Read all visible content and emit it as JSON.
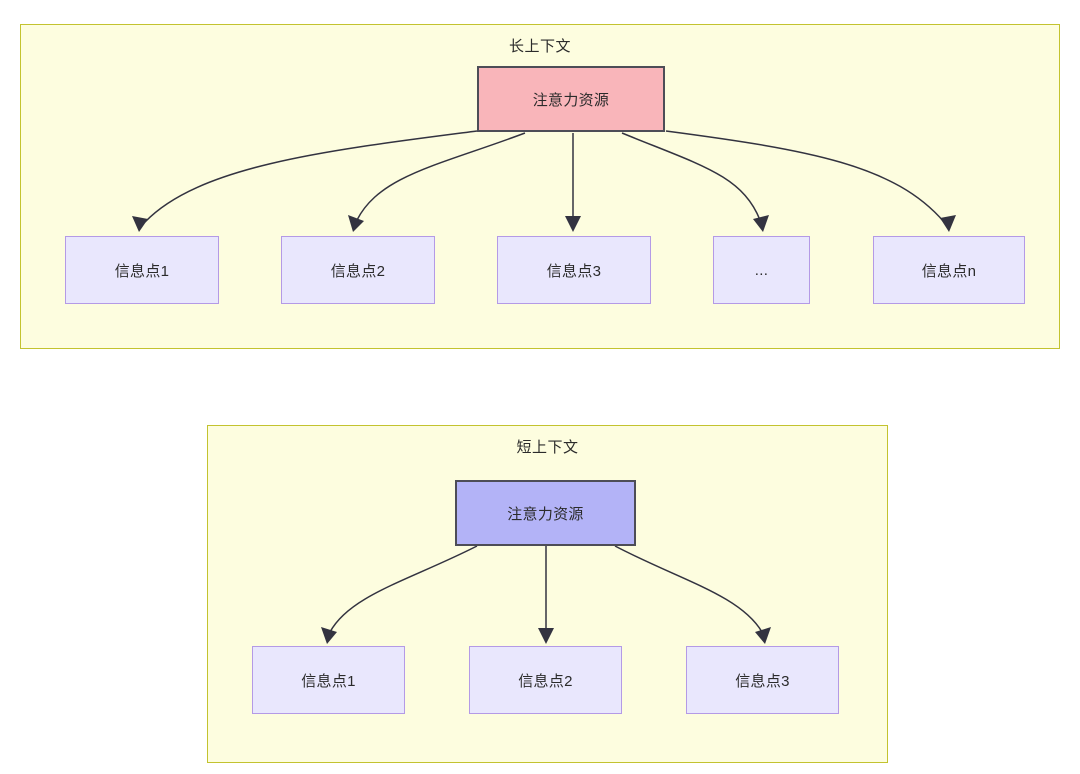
{
  "diagram": {
    "title_hidden": "",
    "groups": [
      {
        "id": "long-context",
        "label": "长上下文",
        "bg_color": "#fdfddf",
        "border_color": "#c3c32f",
        "root": {
          "label": "注意力资源",
          "fill": "#f9b5ba",
          "border": "#4d4d57"
        },
        "children": [
          {
            "label": "信息点1"
          },
          {
            "label": "信息点2"
          },
          {
            "label": "信息点3"
          },
          {
            "label": "..."
          },
          {
            "label": "信息点n"
          }
        ]
      },
      {
        "id": "short-context",
        "label": "短上下文",
        "bg_color": "#fdfddf",
        "border_color": "#c3c32f",
        "root": {
          "label": "注意力资源",
          "fill": "#b3b3f7",
          "border": "#4d4d57"
        },
        "children": [
          {
            "label": "信息点1"
          },
          {
            "label": "信息点2"
          },
          {
            "label": "信息点3"
          }
        ]
      }
    ],
    "node_style": {
      "info_fill": "#e9e7fd",
      "info_border": "#b49ae6",
      "edge_color": "#333340"
    }
  }
}
